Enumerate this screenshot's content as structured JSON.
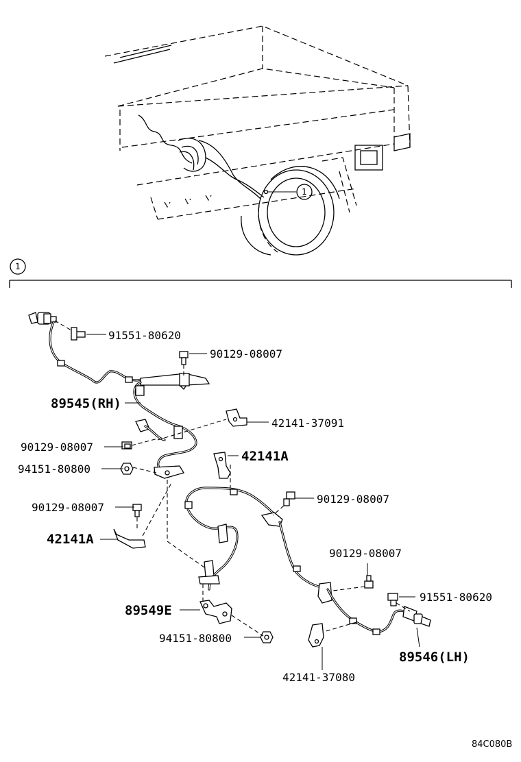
{
  "callout": {
    "number": "1"
  },
  "labels": {
    "bolt_top": "91551-80620",
    "bolt_clamp_top": "90129-08007",
    "sensor_rh": "89545(RH)",
    "bracket_37091": "42141-37091",
    "bolt_left_1": "90129-08007",
    "bracket_a_upper": "42141A",
    "nut_left": "94151-80800",
    "bolt_left_2": "90129-08007",
    "bolt_right_1": "90129-08007",
    "bracket_a_lower": "42141A",
    "bolt_right_2": "90129-08007",
    "bolt_lh": "91551-80620",
    "bracket_89549e": "89549E",
    "nut_bottom": "94151-80800",
    "sensor_lh": "89546(LH)",
    "bracket_37080": "42141-37080"
  },
  "figure_code": "84C080B"
}
